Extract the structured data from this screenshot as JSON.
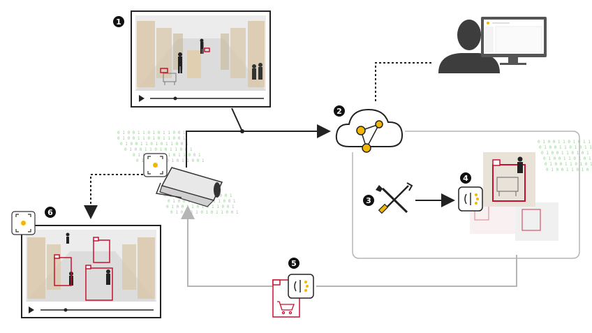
{
  "steps": [
    {
      "id": "1",
      "label": "1"
    },
    {
      "id": "2",
      "label": "2"
    },
    {
      "id": "3",
      "label": "3"
    },
    {
      "id": "4",
      "label": "4"
    },
    {
      "id": "5",
      "label": "5"
    },
    {
      "id": "6",
      "label": "6"
    }
  ],
  "binary_stream": "0 1 0 0 1 1 0 1 0 1 1 0 0 1",
  "colors": {
    "accent_yellow": "#f2b705",
    "detection_red": "#c8102e",
    "binary_green": "#7fc47a",
    "line_dark": "#222222",
    "line_gray": "#b5b5b5",
    "person_gray": "#3d3d3d"
  },
  "icons": [
    "play-icon",
    "cloud-network-icon",
    "tools-icon",
    "ai-model-icon",
    "focus-icon",
    "shopping-cart-icon",
    "security-camera-icon",
    "operator-person-icon",
    "computer-monitor-icon"
  ]
}
